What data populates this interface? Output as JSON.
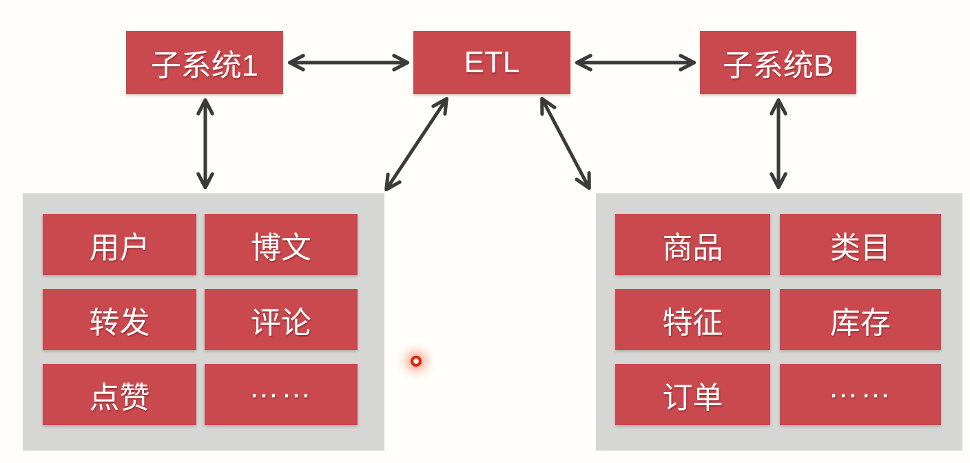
{
  "colors": {
    "background": "#FFFEFA",
    "node_red": "#C9494F",
    "container_gray": "#D6D6D4",
    "arrow": "#3B3B3B",
    "label_text": "#FFFFFF",
    "laser_dot": "#E32400"
  },
  "nodes": {
    "subsystem1": {
      "label": "子系统1"
    },
    "etl": {
      "label": "ETL"
    },
    "subsystemB": {
      "label": "子系统B"
    }
  },
  "left_group": {
    "items": [
      {
        "label": "用户"
      },
      {
        "label": "博文"
      },
      {
        "label": "转发"
      },
      {
        "label": "评论"
      },
      {
        "label": "点赞"
      },
      {
        "label": "……"
      }
    ]
  },
  "right_group": {
    "items": [
      {
        "label": "商品"
      },
      {
        "label": "类目"
      },
      {
        "label": "特征"
      },
      {
        "label": "库存"
      },
      {
        "label": "订单"
      },
      {
        "label": "……"
      }
    ]
  },
  "edges": [
    {
      "from": "subsystem1",
      "to": "etl",
      "bidirectional": true
    },
    {
      "from": "etl",
      "to": "subsystemB",
      "bidirectional": true
    },
    {
      "from": "subsystem1",
      "to": "left_group",
      "bidirectional": true
    },
    {
      "from": "etl",
      "to": "left_group",
      "bidirectional": true
    },
    {
      "from": "etl",
      "to": "right_group",
      "bidirectional": true
    },
    {
      "from": "subsystemB",
      "to": "right_group",
      "bidirectional": true
    }
  ]
}
